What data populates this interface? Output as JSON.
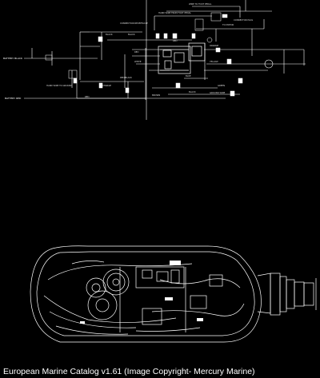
{
  "caption": "European Marine Catalog v1.61 (Image Copyright- Mercury Marine)",
  "labels": {
    "battery_black": "BATTERY BLACK",
    "battery_red": "BATTERY RED",
    "hand_wire_to_ground": "HAND WIRE TO GROUND",
    "wire_to_foot_pedal": "WIRE TO FOOT PEDAL",
    "hand_wire_to_foot_pedal": "HAND WIRE FROM FOOT PEDAL",
    "connector_plug": "CONNECTOR PLUG",
    "connection_receptacle": "CONNECTION RECEPTACLE",
    "ground_wire": "GROUND WIRE",
    "to_motor": "TO MOTOR",
    "charge": "CHARGE",
    "black": "BLACK",
    "red": "RED",
    "white": "WHITE",
    "orange": "ORANGE",
    "yellow": "YELLOW",
    "green": "GREEN",
    "blue": "BLUE",
    "brown": "BROWN",
    "red_black": "RED/BLACK"
  }
}
